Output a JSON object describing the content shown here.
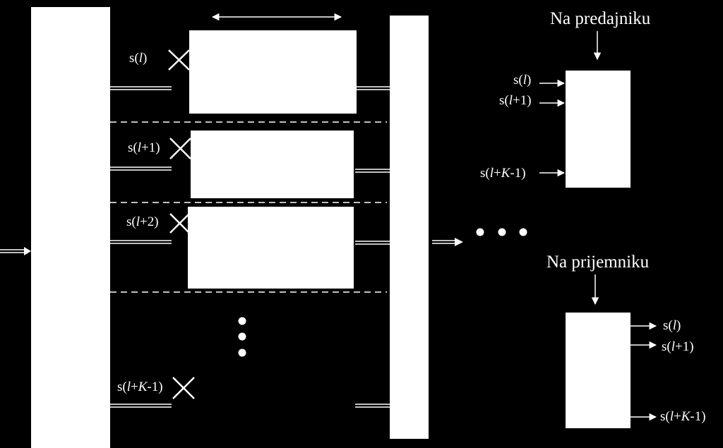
{
  "main_signals": {
    "s0": {
      "prefix": "s(",
      "italic": "l",
      "suffix": ")"
    },
    "s1": {
      "prefix": "s(",
      "italic": "l",
      "suffix": "+1)"
    },
    "s2": {
      "prefix": "s(",
      "italic": "l",
      "suffix": "+2)"
    },
    "sK": {
      "prefix": "s(",
      "italic": "l",
      "middle": "+",
      "italic2": "K",
      "suffix": "-1)"
    }
  },
  "transmitter": {
    "title": "Na predajniku",
    "s0": {
      "prefix": "s(",
      "italic": "l",
      "suffix": ")"
    },
    "s1": {
      "prefix": "s(",
      "italic": "l",
      "suffix": "+1)"
    },
    "sK": {
      "prefix": "s(",
      "italic": "l",
      "middle": "+",
      "italic2": "K",
      "suffix": "-1)"
    }
  },
  "receiver": {
    "title": "Na prijemniku",
    "s0": {
      "prefix": "s(",
      "italic": "l",
      "suffix": ")"
    },
    "s1": {
      "prefix": "s(",
      "italic": "l",
      "suffix": "+1)"
    },
    "sK": {
      "prefix": "s(",
      "italic": "l",
      "middle": "+",
      "italic2": "K",
      "suffix": "-1)"
    }
  }
}
